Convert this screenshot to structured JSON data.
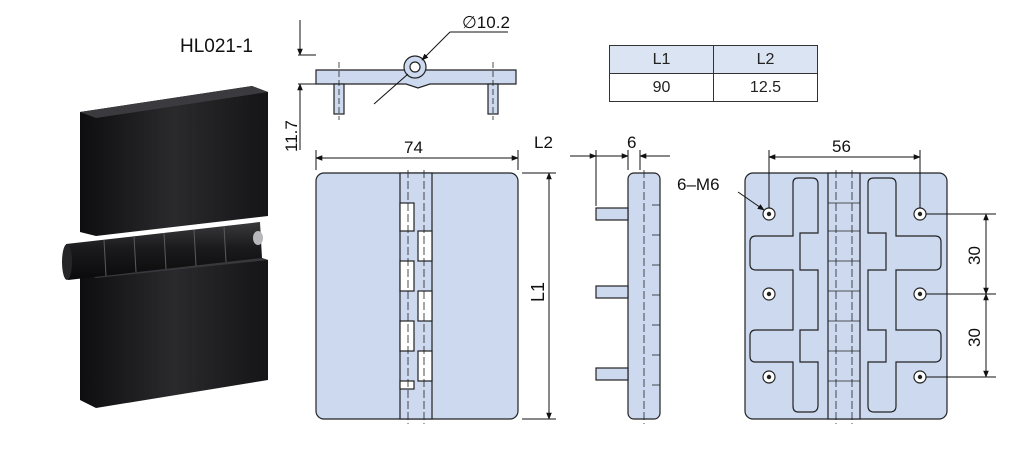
{
  "model": "HL021-1",
  "dims": {
    "pin_diameter": "∅10.2",
    "height": "11.7",
    "width": "74",
    "l2": "L2",
    "thickness": "6",
    "l1": "L1",
    "holes": "6–M6",
    "hole_span": "56",
    "pitch_upper": "30",
    "pitch_lower": "30"
  },
  "spec_table": {
    "headers": [
      "L1",
      "L2"
    ],
    "rows": [
      [
        "90",
        "12.5"
      ]
    ]
  },
  "colors": {
    "part_fill": "#cdd9ef",
    "header_fill": "#dbe4f2",
    "hinge_body": "#1c1c1e"
  }
}
